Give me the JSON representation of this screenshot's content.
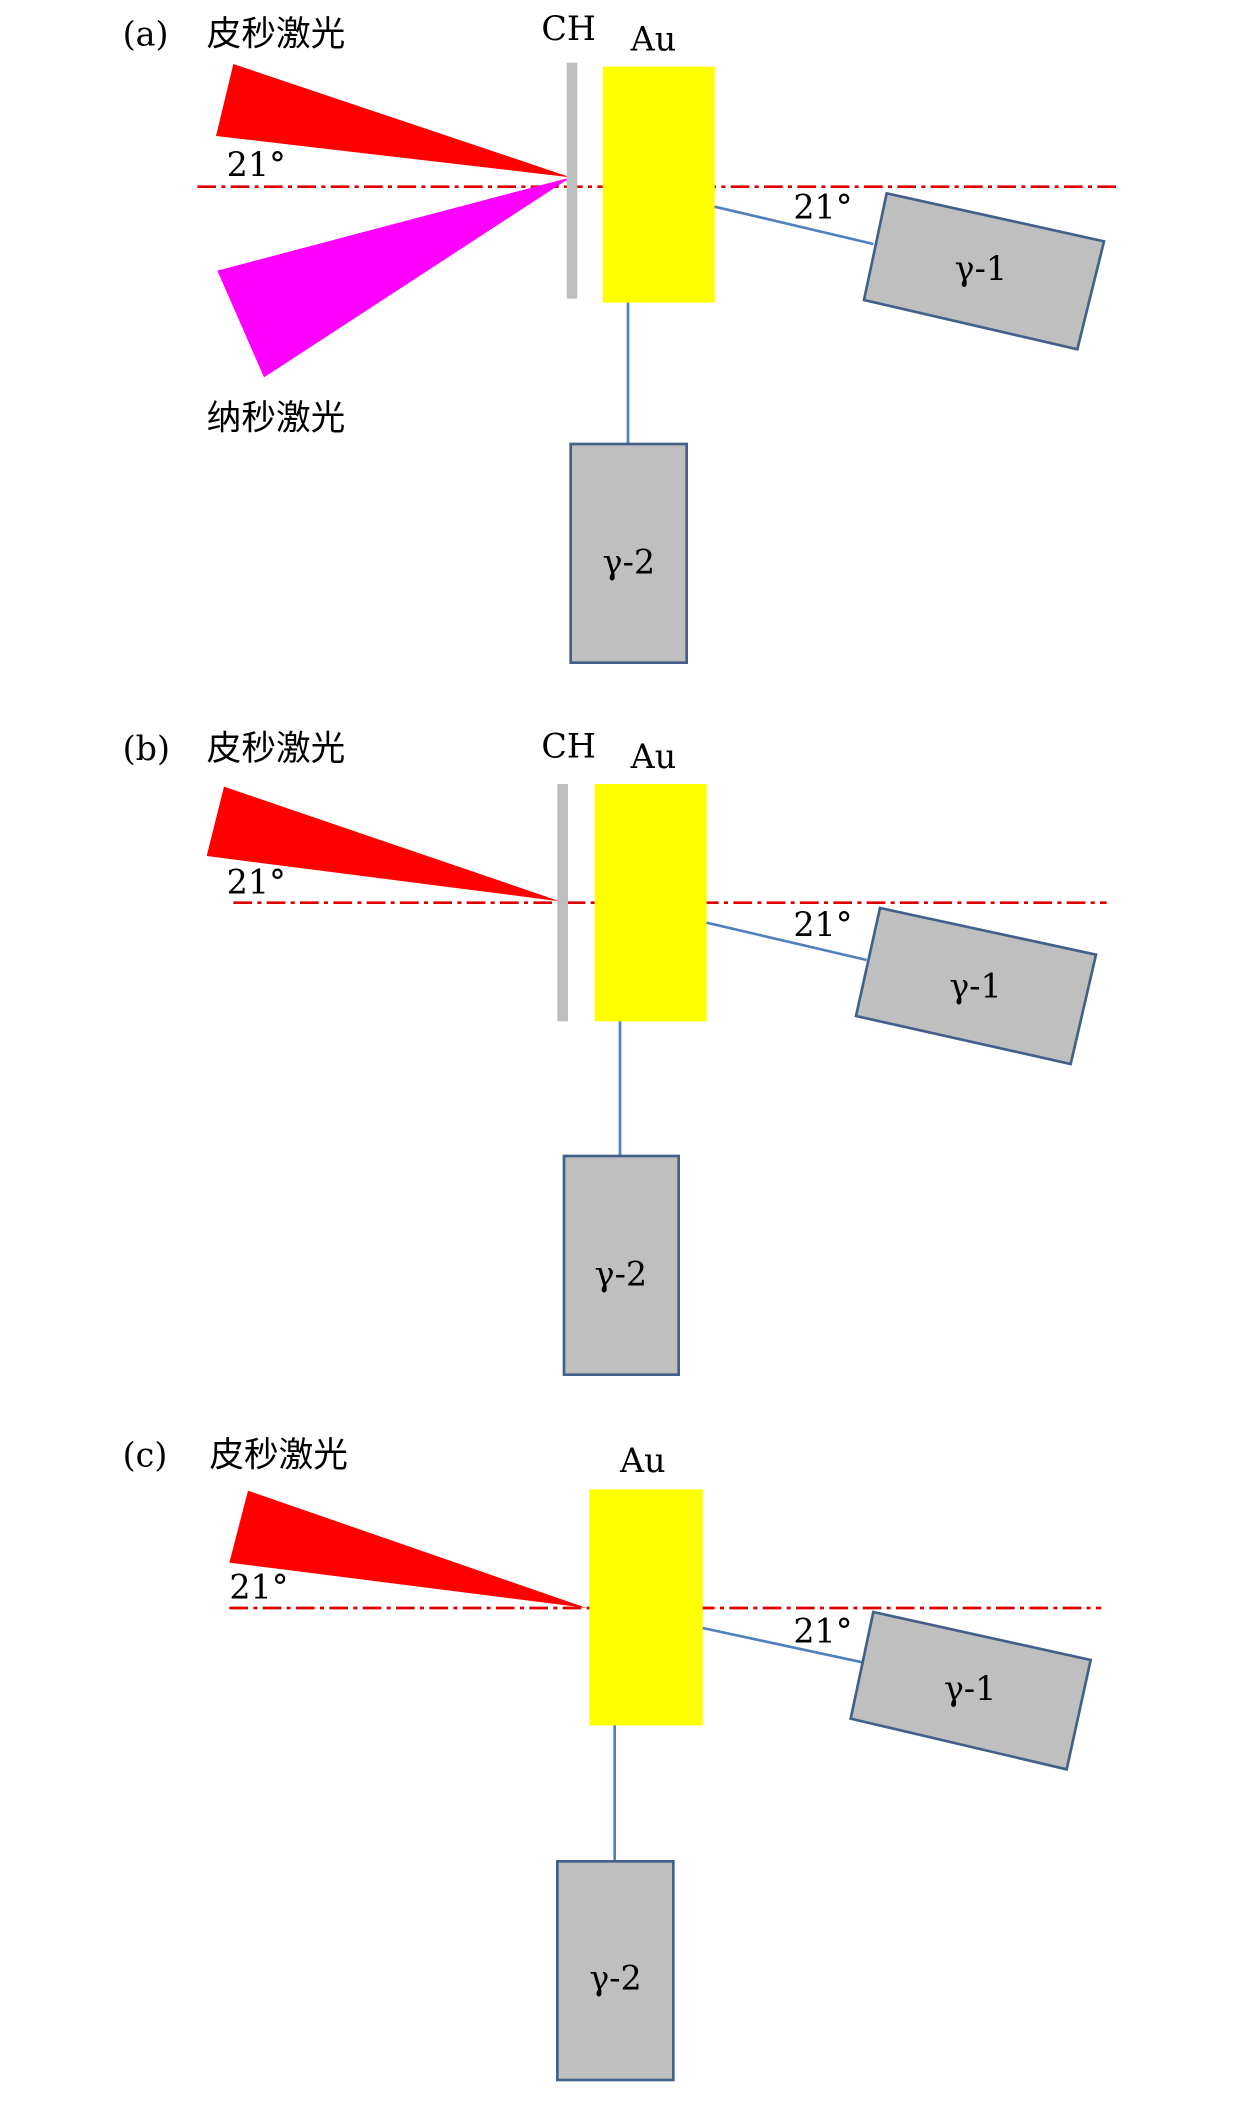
{
  "panels": [
    {
      "label": "(a)",
      "ps_laser": "皮秒激光",
      "ns_laser": "纳秒激光",
      "ch": "CH",
      "au": "Au",
      "angle_laser": "21°",
      "angle_detector": "21°",
      "detector1": "γ-1",
      "detector2": "γ-2"
    },
    {
      "label": "(b)",
      "ps_laser": "皮秒激光",
      "ch": "CH",
      "au": "Au",
      "angle_laser": "21°",
      "angle_detector": "21°",
      "detector1": "γ-1",
      "detector2": "γ-2"
    },
    {
      "label": "(c)",
      "ps_laser": "皮秒激光",
      "au": "Au",
      "angle_laser": "21°",
      "angle_detector": "21°",
      "detector1": "γ-1",
      "detector2": "γ-2"
    }
  ],
  "colors": {
    "ps_laser": "#ff0000",
    "ns_laser": "#ff00ff",
    "au": "#ffff00",
    "ch": "#bfbfbf",
    "detector": "#bfbfbf"
  }
}
